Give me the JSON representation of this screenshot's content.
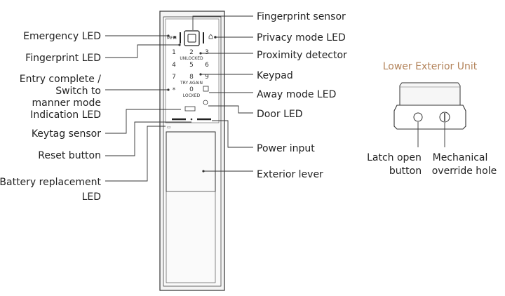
{
  "colors": {
    "title": "#b3835a",
    "text": "#222222",
    "lead": "#333333",
    "body_fill": "#f2f2f2",
    "body_stroke": "#333333"
  },
  "labels_left": {
    "emergency_led": "Emergency LED",
    "fingerprint_led": "Fingerprint LED",
    "entry_complete": [
      "Entry complete /",
      "Switch to",
      "manner mode",
      "Indication LED"
    ],
    "keytag_sensor": "Keytag sensor",
    "reset_button": "Reset button",
    "battery_led": [
      "Battery replacement",
      "LED"
    ]
  },
  "labels_right": {
    "fingerprint_sensor": "Fingerprint sensor",
    "privacy_led": "Privacy mode LED",
    "proximity_detector": "Proximity detector",
    "keypad": "Keypad",
    "away_led": "Away mode LED",
    "door_led": "Door LED",
    "power_input": "Power input",
    "exterior_lever": "Exterior lever"
  },
  "lower_unit": {
    "title": "Lower Exterior Unit",
    "latch": [
      "Latch open",
      "button"
    ],
    "override": [
      "Mechanical",
      "override hole"
    ]
  },
  "keypad": {
    "row1": [
      "1",
      "2",
      "3"
    ],
    "unlocked": "UNLOCKED",
    "row2": [
      "4",
      "5",
      "6"
    ],
    "row3": [
      "7",
      "8",
      "9"
    ],
    "try_again": "TRY AGAIN",
    "star": "*",
    "zero": "0",
    "locked": "LOCKED",
    "mini_label": "MFM"
  }
}
